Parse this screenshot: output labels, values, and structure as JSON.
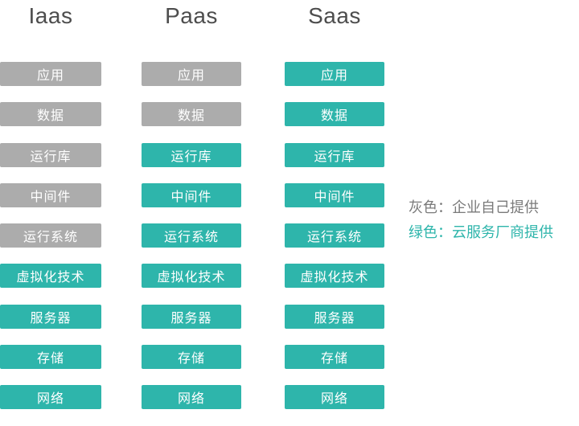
{
  "colors": {
    "gray_block": "#ACACAC",
    "green_block": "#2EB5AB",
    "header_text": "#4D4D4D",
    "legend_gray_text": "#7A7A7A",
    "legend_green_text": "#2EB5AB",
    "block_text": "#FFFFFF"
  },
  "layers": [
    "应用",
    "数据",
    "运行库",
    "中间件",
    "运行系统",
    "虚拟化技术",
    "服务器",
    "存储",
    "网络"
  ],
  "columns": [
    {
      "key": "iaas",
      "title": "Iaas",
      "provider": [
        "gray",
        "gray",
        "gray",
        "gray",
        "gray",
        "green",
        "green",
        "green",
        "green"
      ]
    },
    {
      "key": "paas",
      "title": "Paas",
      "provider": [
        "gray",
        "gray",
        "green",
        "green",
        "green",
        "green",
        "green",
        "green",
        "green"
      ]
    },
    {
      "key": "saas",
      "title": "Saas",
      "provider": [
        "green",
        "green",
        "green",
        "green",
        "green",
        "green",
        "green",
        "green",
        "green"
      ]
    }
  ],
  "legend": {
    "items": [
      {
        "key": "gray",
        "label": "灰色：企业自己提供"
      },
      {
        "key": "green",
        "label": "绿色：云服务厂商提供"
      }
    ]
  }
}
